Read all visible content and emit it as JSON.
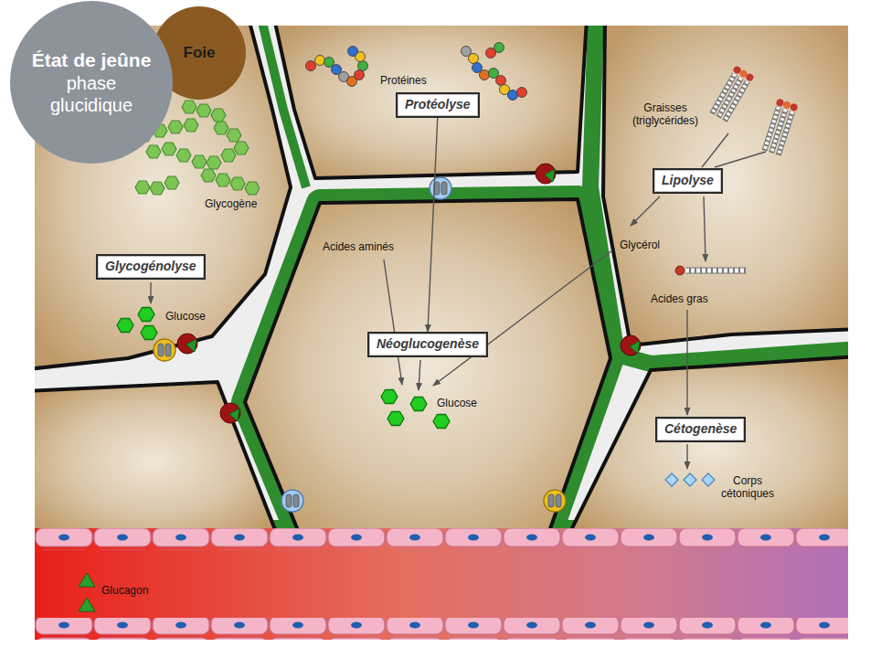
{
  "diagram": {
    "nodes": [
      {
        "text": [
          "État de jeûne",
          "phase glucidique"
        ]
      },
      {
        "text": [
          "Foie"
        ]
      },
      {
        "text": [
          "Protéolyse"
        ]
      },
      {
        "text": [
          "Lipolyse"
        ]
      },
      {
        "text": [
          "Glycogénolyse"
        ]
      },
      {
        "text": [
          "Néoglucogenèse"
        ]
      },
      {
        "text": [
          "Cétogenèse"
        ]
      }
    ],
    "edges": [
      {
        "from": 2,
        "to": 5,
        "arrow": "to"
      }
    ],
    "labels": [
      "Protéines",
      "Graisses (triglycérides)",
      "Glycogène",
      "Glycérol",
      "Acides aminés",
      "Acides gras",
      "Glucose",
      "Glucose",
      "Corps cétoniques",
      "Glucagon"
    ]
  }
}
